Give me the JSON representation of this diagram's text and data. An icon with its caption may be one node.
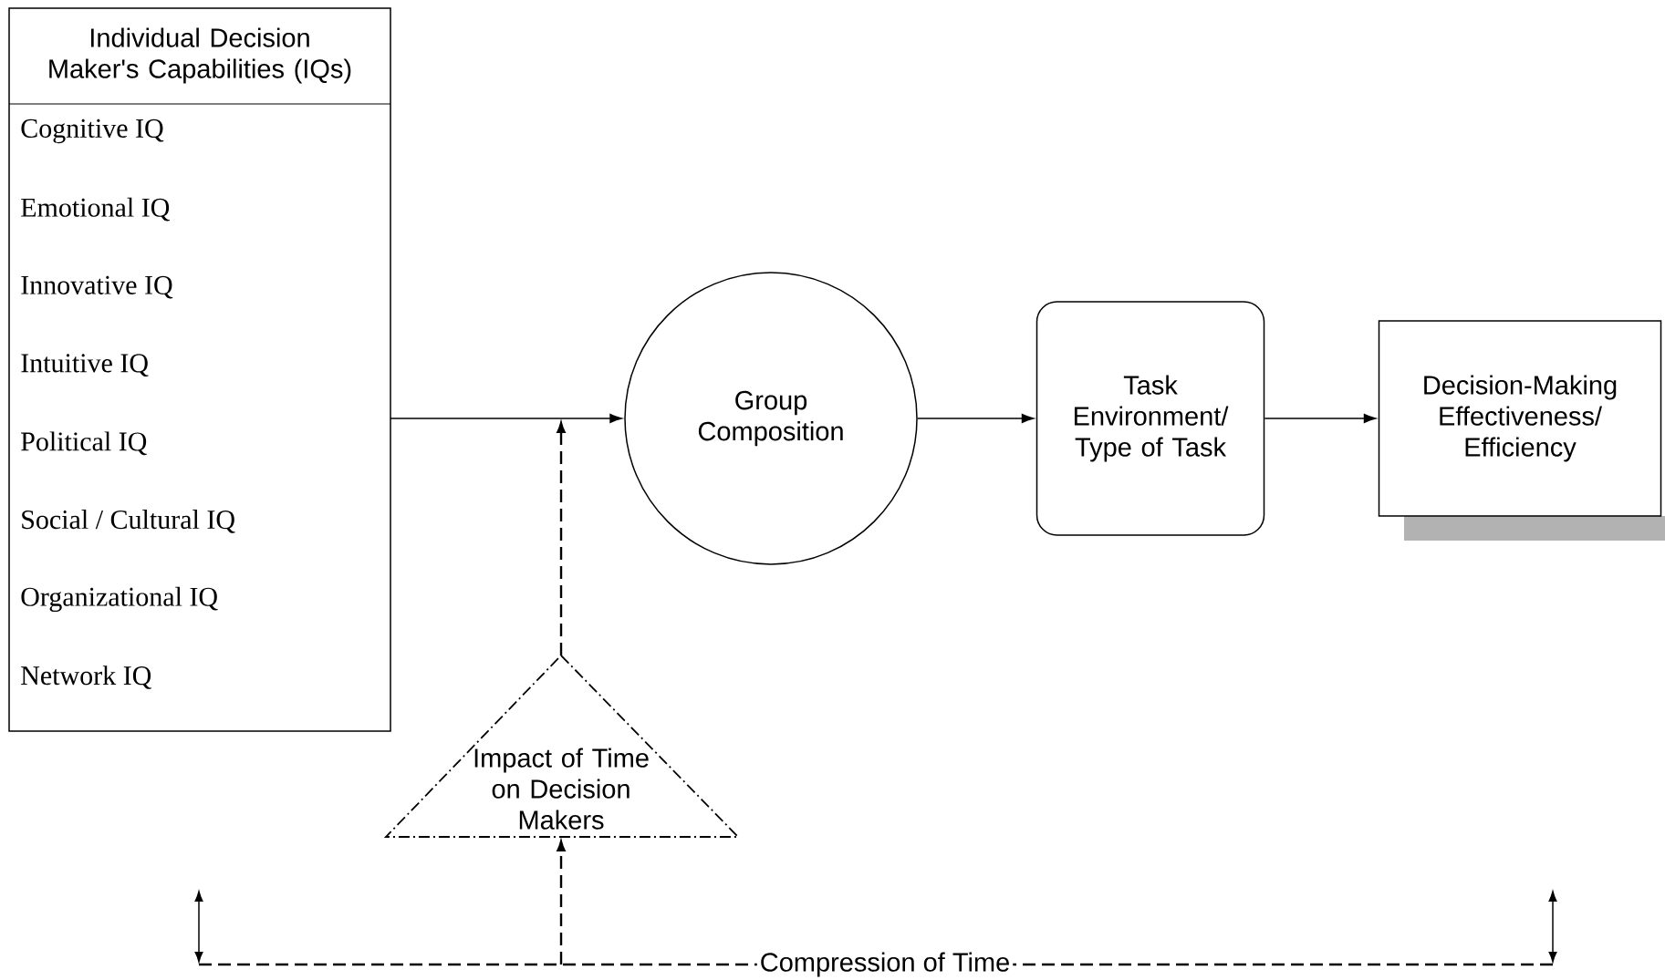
{
  "diagram": {
    "nodes": [
      {
        "text": [
          "Individual Decision Maker's Capabilities (IQs)",
          "Cognitive IQ",
          "Emotional IQ",
          "Innovative IQ",
          "Intuitive IQ",
          "Political IQ",
          "Social / Cultural IQ",
          "Organizational IQ",
          "Network IQ"
        ]
      },
      {
        "text": [
          "Group Composition"
        ]
      },
      {
        "text": [
          "Task Environment/ Type of Task"
        ]
      },
      {
        "text": [
          "Decision-Making Effectiveness/ Efficiency"
        ]
      },
      {
        "text": [
          "Impact of Time on Decision Makers"
        ]
      }
    ],
    "edges": [
      {
        "from": 0,
        "to": 1,
        "arrow": "to"
      },
      {
        "from": 1,
        "to": 2,
        "arrow": "to"
      },
      {
        "from": 2,
        "to": 3,
        "arrow": "to"
      },
      {
        "from": 4,
        "to": null,
        "arrow": "to",
        "style": "dashed"
      },
      {
        "from": null,
        "to": 4,
        "arrow": "to",
        "style": "dashed"
      }
    ],
    "labels": [
      "Compression of Time"
    ]
  }
}
